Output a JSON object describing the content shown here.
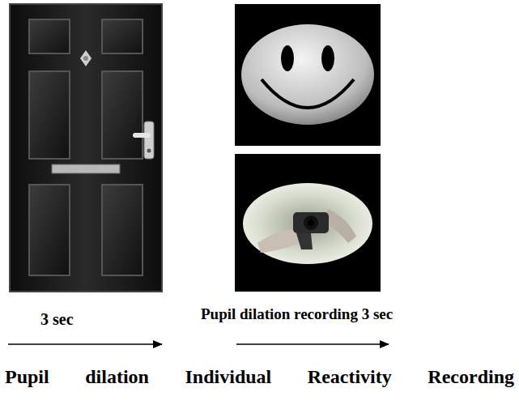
{
  "diagram": {
    "labels": [
      "3 sec",
      "Pupil dilation recording 3 sec",
      "Pupil dilation  Individual  Reactivity Recording"
    ]
  }
}
